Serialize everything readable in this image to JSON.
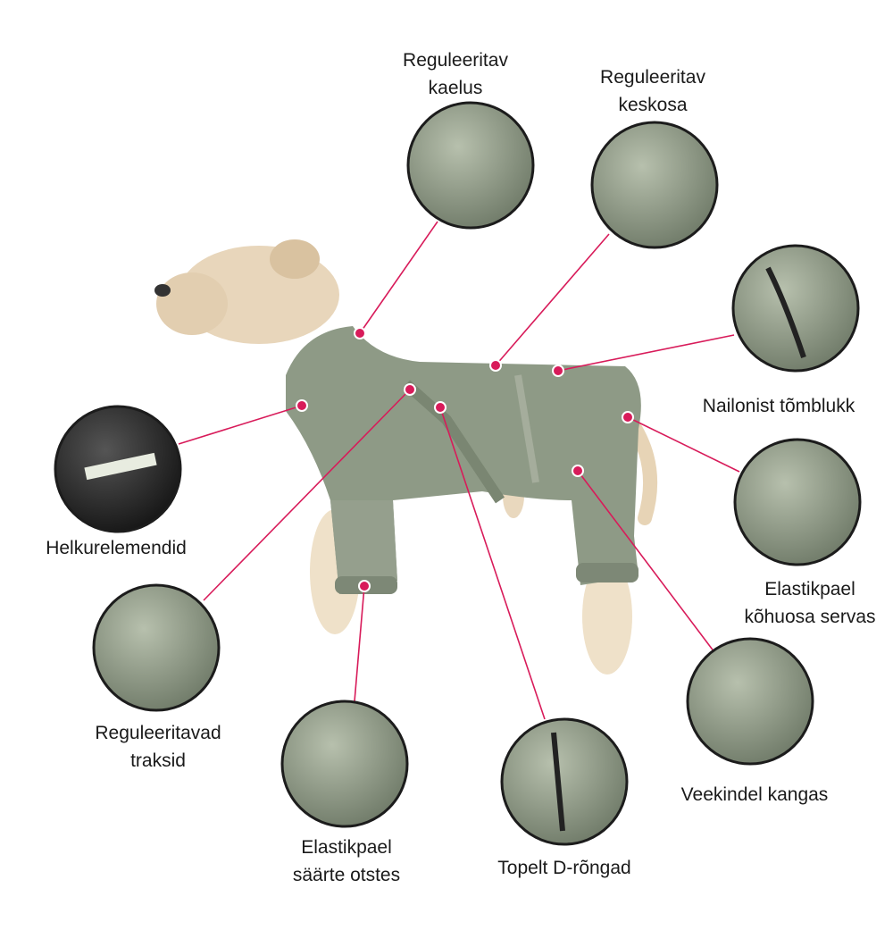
{
  "features": [
    {
      "id": "neck",
      "label_lines": [
        "Reguleeritav",
        "kaelus"
      ]
    },
    {
      "id": "waist",
      "label_lines": [
        "Reguleeritav",
        "keskosa"
      ]
    },
    {
      "id": "zipper",
      "label_lines": [
        "Nailonist tõmblukk"
      ]
    },
    {
      "id": "reflective",
      "label_lines": [
        "Helkurelemendid"
      ]
    },
    {
      "id": "belly",
      "label_lines": [
        "Elastikpael",
        "kõhuosa servas"
      ]
    },
    {
      "id": "straps",
      "label_lines": [
        "Reguleeritavad",
        "traksid"
      ]
    },
    {
      "id": "waterproof",
      "label_lines": [
        "Veekindel kangas"
      ]
    },
    {
      "id": "cuffs",
      "label_lines": [
        "Elastikpael",
        "säärte otstes"
      ]
    },
    {
      "id": "dring",
      "label_lines": [
        "Topelt D-rõngad"
      ]
    }
  ],
  "colors": {
    "accent": "#d81b5a",
    "suit": "#8e9a86",
    "fur": "#e6d2b5",
    "ring": "#1c1c1c"
  }
}
